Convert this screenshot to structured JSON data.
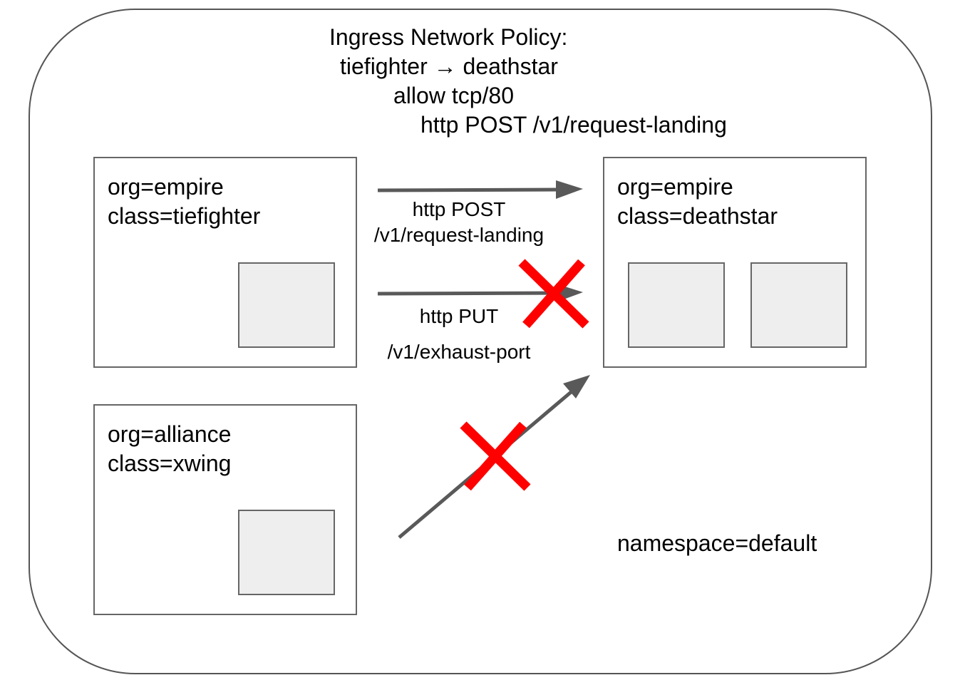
{
  "policy": {
    "line1": "Ingress Network Policy:",
    "line2": "tiefighter → deathstar",
    "line3": "allow tcp/80",
    "line4": "http POST /v1/request-landing"
  },
  "boxes": {
    "tiefighter": {
      "line1": "org=empire",
      "line2": "class=tiefighter"
    },
    "deathstar": {
      "line1": "org=empire",
      "line2": "class=deathstar"
    },
    "xwing": {
      "line1": "org=alliance",
      "line2": "class=xwing"
    }
  },
  "edges": {
    "post": {
      "line1": "http POST",
      "line2": "/v1/request-landing",
      "allowed": true
    },
    "put": {
      "line1": "http PUT",
      "line2": "/v1/exhaust-port",
      "allowed": false
    },
    "xwing": {
      "allowed": false
    }
  },
  "namespace": "namespace=default",
  "colors": {
    "arrow": "#595959",
    "deny": "#ff0000",
    "pod_fill": "#eeeeee",
    "border": "#666666"
  }
}
